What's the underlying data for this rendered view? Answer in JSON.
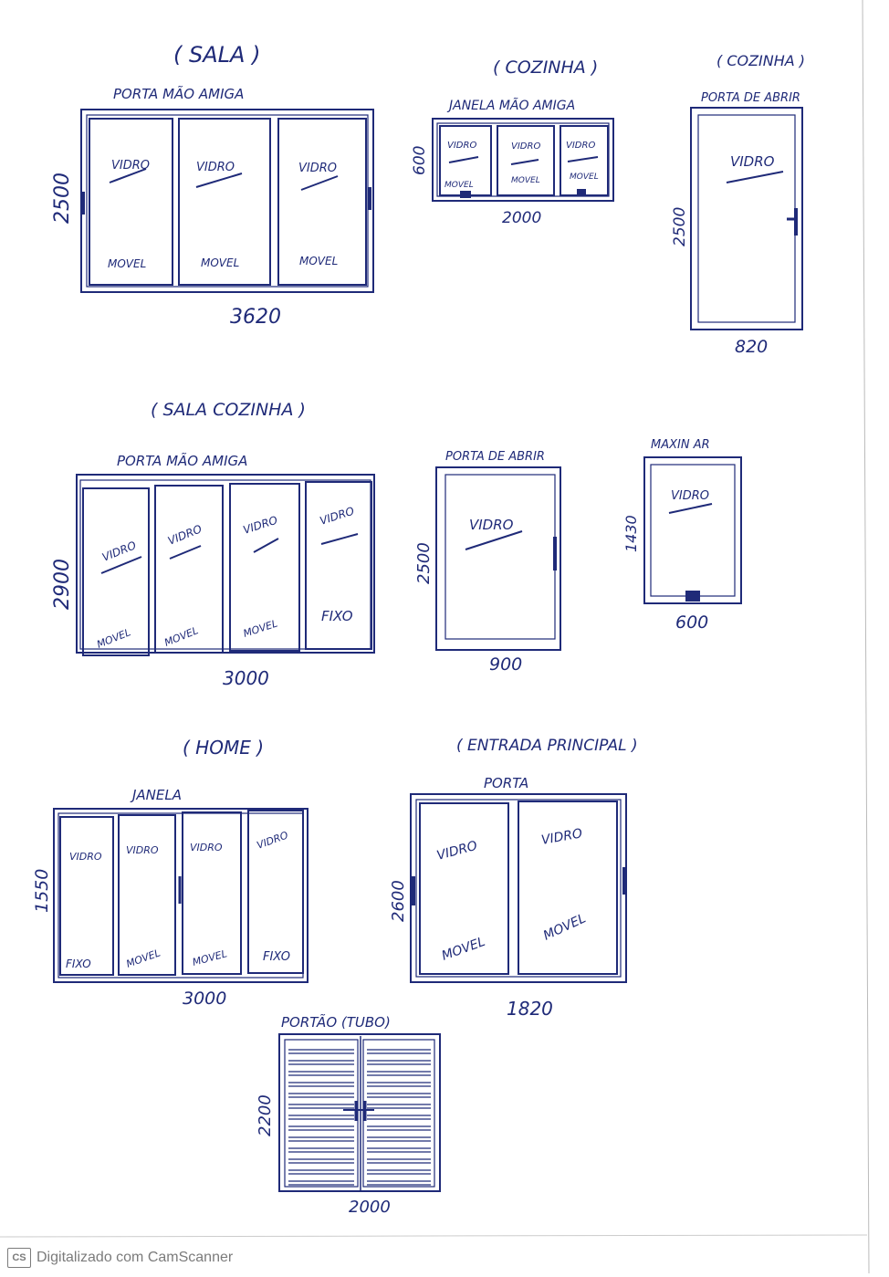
{
  "sections": {
    "sala": "( SALA )",
    "cozinha1": "( COZINHA )",
    "cozinha2": "( COZINHA )",
    "sala_cozinha": "( SALA COZINHA )",
    "home": "( HOME )",
    "entrada": "( ENTRADA PRINCIPAL )"
  },
  "items": {
    "porta_sala": {
      "title": "PORTA MÃO AMIGA",
      "height": "2500",
      "width": "3620",
      "panes": [
        [
          "VIDRO",
          "MOVEL"
        ],
        [
          "VIDRO",
          "MOVEL"
        ],
        [
          "VIDRO",
          "MOVEL"
        ]
      ]
    },
    "janela_cozinha": {
      "title": "JANELA MÃO AMIGA",
      "height": "600",
      "width": "2000",
      "panes": [
        [
          "VIDRO",
          "MOVEL"
        ],
        [
          "VIDRO",
          "MOVEL"
        ],
        [
          "VIDRO",
          "MOVEL"
        ]
      ]
    },
    "porta_abrir_cozinha": {
      "title": "PORTA DE ABRIR",
      "height": "2500",
      "width": "820",
      "panes": [
        [
          "VIDRO"
        ]
      ]
    },
    "porta_sala_cozinha": {
      "title": "PORTA MÃO AMIGA",
      "height": "2900",
      "width": "3000",
      "panes": [
        [
          "VIDRO",
          "MOVEL"
        ],
        [
          "VIDRO",
          "MOVEL"
        ],
        [
          "VIDRO",
          "MOVEL"
        ],
        [
          "VIDRO",
          "FIXO"
        ]
      ]
    },
    "porta_abrir_sala_cozinha": {
      "title": "PORTA DE ABRIR",
      "height": "2500",
      "width": "900",
      "panes": [
        [
          "VIDRO"
        ]
      ]
    },
    "maxim_ar": {
      "title": "MAXIN AR",
      "height": "1430",
      "width": "600",
      "panes": [
        [
          "VIDRO"
        ]
      ]
    },
    "janela_home": {
      "title": "JANELA",
      "height": "1550",
      "width": "3000",
      "panes": [
        [
          "VIDRO",
          "FIXO"
        ],
        [
          "VIDRO",
          "MOVEL"
        ],
        [
          "VIDRO",
          "MOVEL"
        ],
        [
          "VIDRO",
          "FIXO"
        ]
      ]
    },
    "porta_entrada": {
      "title": "PORTA",
      "height": "2600",
      "width": "1820",
      "panes": [
        [
          "VIDRO",
          "MOVEL"
        ],
        [
          "VIDRO",
          "MOVEL"
        ]
      ]
    },
    "portao": {
      "title": "PORTÃO (TUBO)",
      "height": "2200",
      "width": "2000"
    }
  },
  "footer": {
    "brand": "CS",
    "text": "Digitalizado com CamScanner"
  },
  "colors": {
    "ink": "#1f2a78",
    "footer": "#7b7b7b"
  }
}
